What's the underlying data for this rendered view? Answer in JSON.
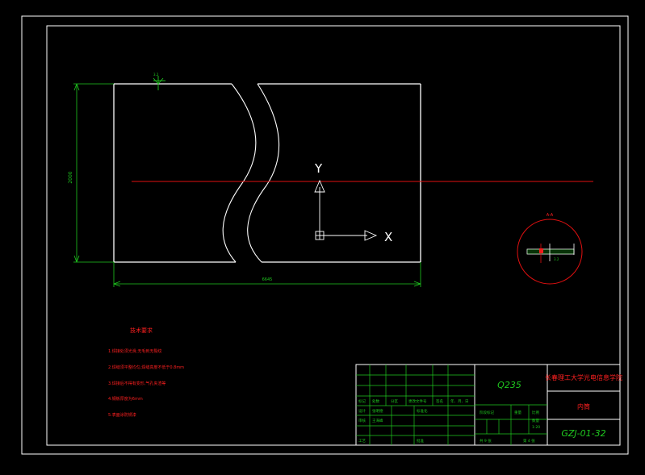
{
  "drawing": {
    "dim_height": "2000",
    "dim_length": "6645",
    "roughness_mark": "3.2",
    "section_view_label": "A-A",
    "ucs": {
      "x_label": "X",
      "y_label": "Y"
    }
  },
  "notes": {
    "title": "技术要求",
    "items": [
      "1.焊接处须光滑,无毛刺无裂纹",
      "2.焊缝须平整均匀,焊缝高度不低于0.8mm",
      "3.焊接后不得有变形,气孔夹渣等",
      "4.钢板厚度为6mm",
      "5.表面涂防锈漆"
    ]
  },
  "title_block": {
    "material": "Q235",
    "institution": "长春理工大学光电信息学院",
    "part_name": "内筒",
    "drawing_number": "GZJ-01-32",
    "scale_label": "比例",
    "scale_value": "1:20",
    "weight_label": "重量",
    "quantity_label": "数量",
    "stage_label": "阶段标记",
    "sheet_total": "共 9 张",
    "sheet_current": "第 4 张",
    "header_cells": [
      "标记",
      "处数",
      "分区",
      "更改文件号",
      "签名",
      "年、月、日"
    ],
    "row_designer": "设计",
    "row_std": "标准化",
    "row_check": "审核",
    "row_process": "工艺",
    "row_approve": "批准",
    "signer": "张明德",
    "reviewer": "王海峰"
  },
  "colors": {
    "background": "#000000",
    "outline": "#ffffff",
    "dimension": "#1fc81f",
    "centerline": "#e01010",
    "notes": "#ff2020"
  }
}
